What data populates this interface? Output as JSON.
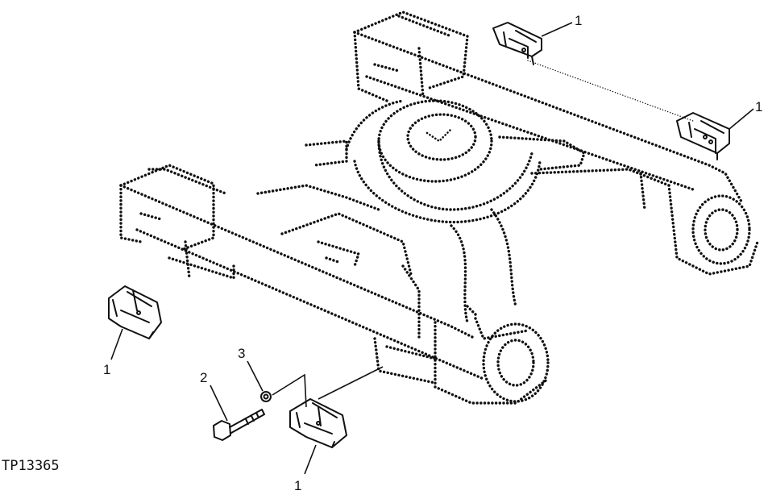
{
  "figure": {
    "id_label": "TP13365"
  },
  "callouts": [
    {
      "label": "1"
    },
    {
      "label": "1"
    },
    {
      "label": "1"
    },
    {
      "label": "1"
    },
    {
      "label": "2"
    },
    {
      "label": "3"
    }
  ]
}
